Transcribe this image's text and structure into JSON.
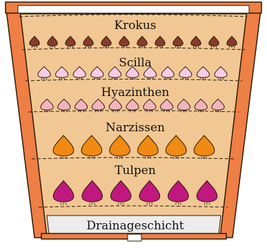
{
  "diagram": {
    "pot": {
      "soil_color": "#f1c893",
      "rim_color": "#ee7f45",
      "wall_color": "#ee7f45",
      "drainage_color": "#ededed",
      "outline_color": "#2b1a0a"
    },
    "layers": [
      {
        "id": "krokus",
        "label": "Krokus",
        "bulb_count": 12,
        "bulb_color": "#8a3a2c",
        "bulb_size": "small"
      },
      {
        "id": "scilla",
        "label": "Scilla",
        "bulb_count": 11,
        "bulb_color": "#f7cde6",
        "bulb_size": "small"
      },
      {
        "id": "hyazinthen",
        "label": "Hyazinthen",
        "bulb_count": 11,
        "bulb_color": "#f3b4bf",
        "bulb_size": "small"
      },
      {
        "id": "narzissen",
        "label": "Narzissen",
        "bulb_count": 6,
        "bulb_color": "#f08a12",
        "bulb_size": "large"
      },
      {
        "id": "tulpen",
        "label": "Tulpen",
        "bulb_count": 6,
        "bulb_color": "#c0187e",
        "bulb_size": "large"
      }
    ],
    "drainage_label": "Drainageschicht"
  }
}
